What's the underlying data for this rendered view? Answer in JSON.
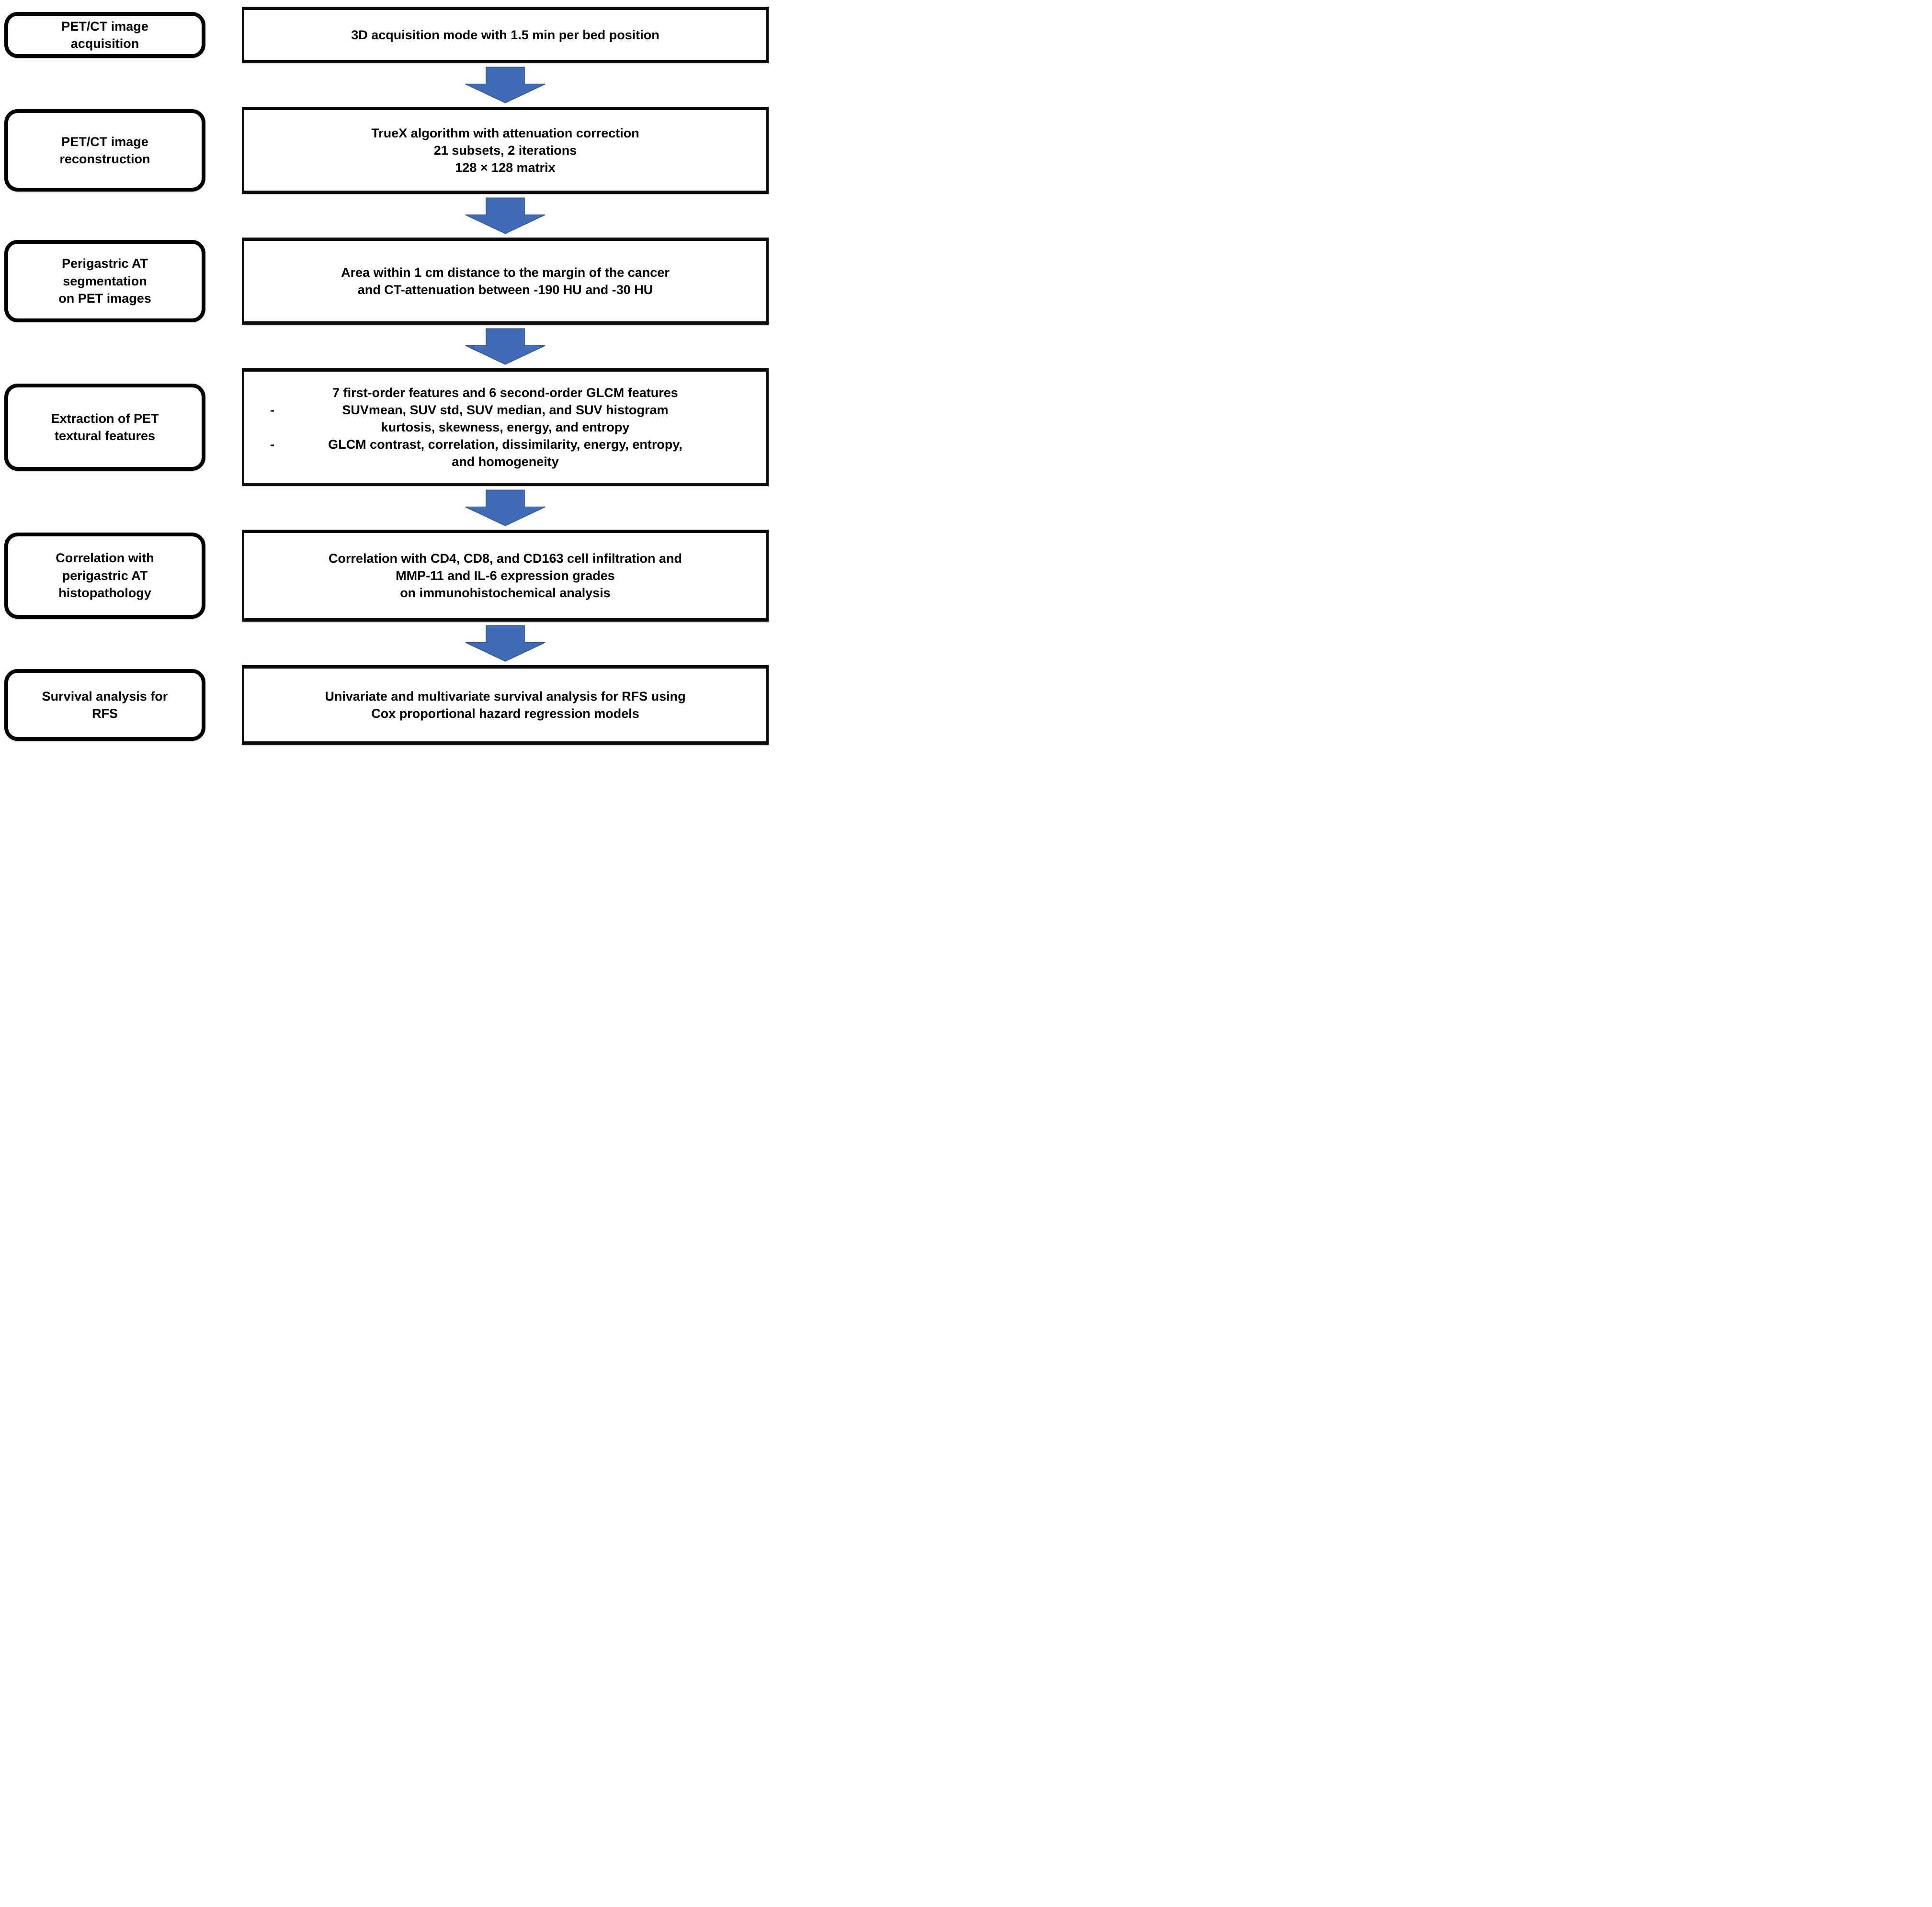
{
  "flowchart": {
    "arrow": {
      "fill": "#3f6cb5",
      "stroke": "#2e5395"
    },
    "rows": [
      {
        "step_lines": [
          "PET/CT image",
          "acquisition"
        ],
        "detail_lines": [
          {
            "marker": "",
            "text": "3D acquisition mode with 1.5 min per bed position"
          }
        ]
      },
      {
        "step_lines": [
          "PET/CT image",
          "reconstruction"
        ],
        "detail_lines": [
          {
            "marker": "",
            "text": "TrueX algorithm with attenuation correction"
          },
          {
            "marker": "",
            "text": "21 subsets, 2 iterations"
          },
          {
            "marker": "",
            "text": "128 × 128 matrix"
          }
        ]
      },
      {
        "step_lines": [
          "Perigastric AT",
          "segmentation",
          "on PET images"
        ],
        "detail_lines": [
          {
            "marker": "",
            "text": "Area within 1 cm distance to the margin of the cancer"
          },
          {
            "marker": "",
            "text": "and CT-attenuation between -190 HU and -30 HU"
          }
        ]
      },
      {
        "step_lines": [
          "Extraction of PET",
          "textural features"
        ],
        "detail_lines": [
          {
            "marker": "",
            "text": "7 first-order features and 6 second-order GLCM features"
          },
          {
            "marker": "-",
            "text": "SUVmean, SUV std, SUV median, and SUV histogram"
          },
          {
            "marker": "",
            "text": "kurtosis, skewness, energy, and entropy"
          },
          {
            "marker": "-",
            "text": "GLCM contrast, correlation, dissimilarity, energy, entropy,"
          },
          {
            "marker": "",
            "text": "and homogeneity"
          }
        ]
      },
      {
        "step_lines": [
          "Correlation with",
          "perigastric AT",
          "histopathology"
        ],
        "detail_lines": [
          {
            "marker": "",
            "text": "Correlation with CD4, CD8, and CD163 cell infiltration and"
          },
          {
            "marker": "",
            "text": "MMP-11 and IL-6 expression grades"
          },
          {
            "marker": "",
            "text": "on immunohistochemical analysis"
          }
        ]
      },
      {
        "step_lines": [
          "Survival analysis for",
          "RFS"
        ],
        "detail_lines": [
          {
            "marker": "",
            "text": "Univariate and multivariate survival analysis for RFS using"
          },
          {
            "marker": "",
            "text": "Cox proportional hazard regression models"
          }
        ]
      }
    ]
  }
}
